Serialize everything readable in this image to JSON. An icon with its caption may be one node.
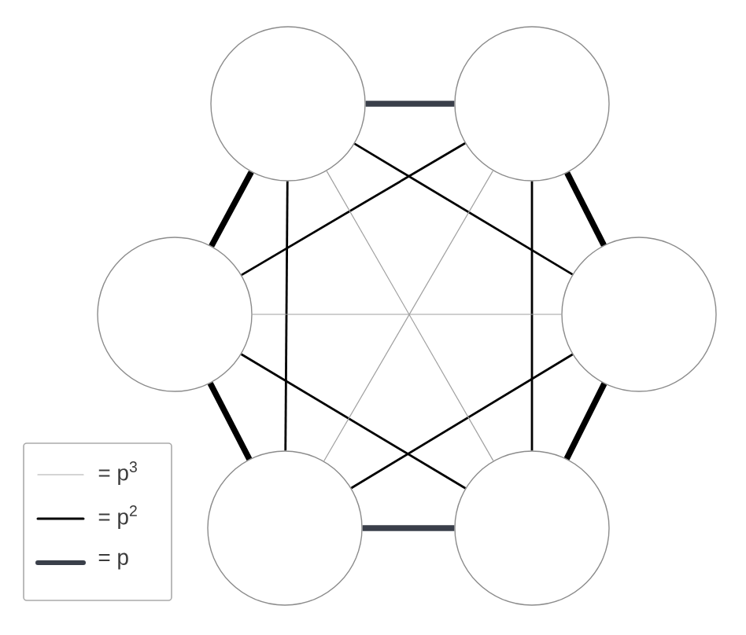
{
  "diagram": {
    "nodes": [
      {
        "text": [],
        "shape": "circle"
      },
      {
        "text": [],
        "shape": "circle"
      },
      {
        "text": [],
        "shape": "circle"
      },
      {
        "text": [],
        "shape": "circle"
      },
      {
        "text": [],
        "shape": "circle"
      },
      {
        "text": [],
        "shape": "circle"
      }
    ],
    "edges": [
      {
        "from": 0,
        "to": 1,
        "arrow": "none",
        "style": "thick",
        "color": "#3a3f4a"
      },
      {
        "from": 1,
        "to": 3,
        "arrow": "none",
        "style": "thick"
      },
      {
        "from": 3,
        "to": 5,
        "arrow": "none",
        "style": "thick"
      },
      {
        "from": 5,
        "to": 4,
        "arrow": "none",
        "style": "thick",
        "color": "#3a3f4a"
      },
      {
        "from": 4,
        "to": 2,
        "arrow": "none",
        "style": "thick"
      },
      {
        "from": 2,
        "to": 0,
        "arrow": "none",
        "style": "thick"
      },
      {
        "from": 0,
        "to": 3,
        "arrow": "none"
      },
      {
        "from": 0,
        "to": 4,
        "arrow": "none"
      },
      {
        "from": 1,
        "to": 2,
        "arrow": "none"
      },
      {
        "from": 1,
        "to": 5,
        "arrow": "none"
      },
      {
        "from": 2,
        "to": 5,
        "arrow": "none"
      },
      {
        "from": 3,
        "to": 4,
        "arrow": "none"
      },
      {
        "from": 0,
        "to": 5,
        "arrow": "none",
        "color": "#a0a0a0"
      },
      {
        "from": 1,
        "to": 4,
        "arrow": "none",
        "color": "#a0a0a0"
      },
      {
        "from": 2,
        "to": 3,
        "arrow": "none",
        "color": "#a0a0a0"
      }
    ],
    "legend": [
      {
        "text": "= p$^{3}$"
      },
      {
        "text": "= p$^{2}$"
      },
      {
        "text": "= p"
      }
    ]
  }
}
